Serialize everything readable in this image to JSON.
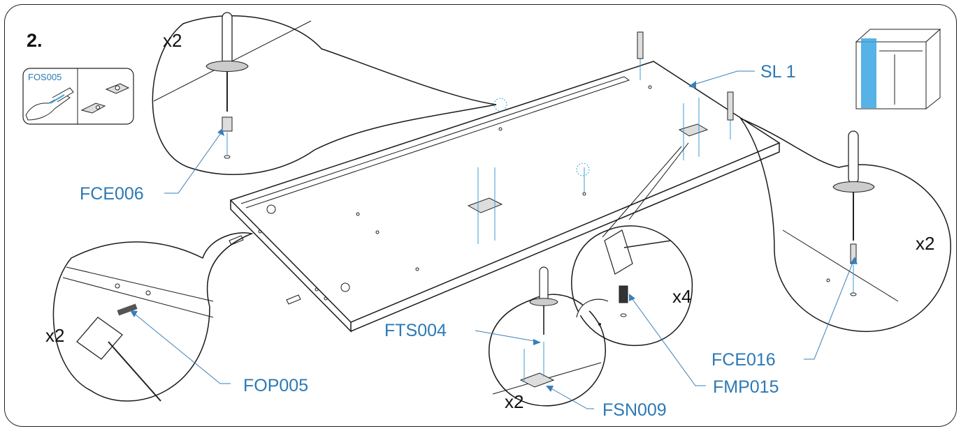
{
  "step": {
    "number": "2."
  },
  "inset": {
    "code": "FOS005"
  },
  "panel": {
    "label": "SL 1"
  },
  "parts": {
    "fce006": "FCE006",
    "fop005": "FOP005",
    "fts004": "FTS004",
    "fsn009": "FSN009",
    "fmp015": "FMP015",
    "fce016": "FCE016"
  },
  "quantities": {
    "top_left": "x2",
    "bottom_left": "x2",
    "bottom_center": "x2",
    "hammer_detail": "x4",
    "right": "x2"
  },
  "colors": {
    "accent": "#2b79b5",
    "outline": "#1a1a1a",
    "highlight": "#3aa4e0"
  }
}
